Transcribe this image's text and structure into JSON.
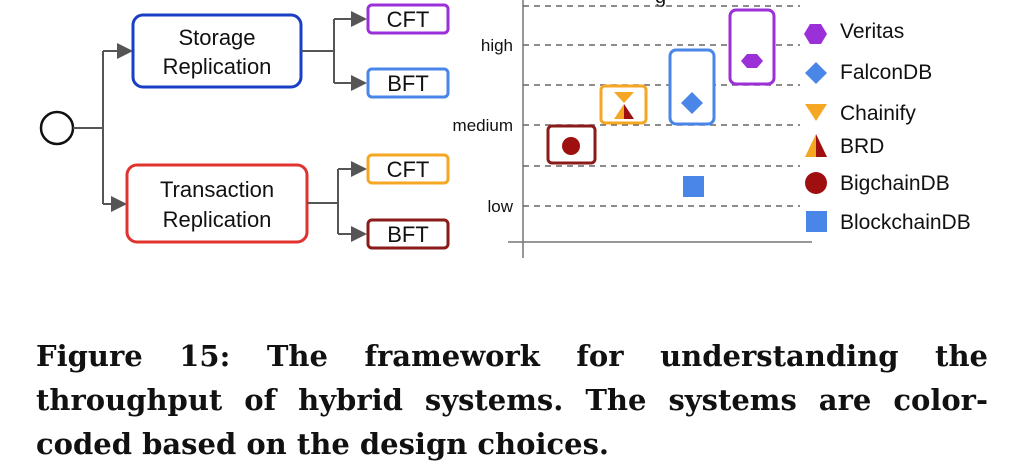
{
  "tree": {
    "storage_label": [
      "Storage",
      "Replication"
    ],
    "transaction_label": [
      "Transaction",
      "Replication"
    ],
    "storage_children": [
      "CFT",
      "BFT"
    ],
    "transaction_children": [
      "CFT",
      "BFT"
    ]
  },
  "chart": {
    "y_levels": [
      "high",
      "medium",
      "low"
    ],
    "title_partial": "g"
  },
  "legend": [
    "Veritas",
    "FalconDB",
    "Chainify",
    "BRD",
    "BigchainDB",
    "BlockchainDB"
  ],
  "colors": {
    "storage": "#1a3fc4",
    "transaction": "#e0332e",
    "cft_storage": "#9b30d9",
    "bft_storage": "#4a86e8",
    "cft_transaction": "#f5a623",
    "bft_transaction": "#8b1a1a"
  },
  "caption": "Figure 15: The framework for understanding the throughput of hybrid systems. The systems are color-coded based on the design choices."
}
